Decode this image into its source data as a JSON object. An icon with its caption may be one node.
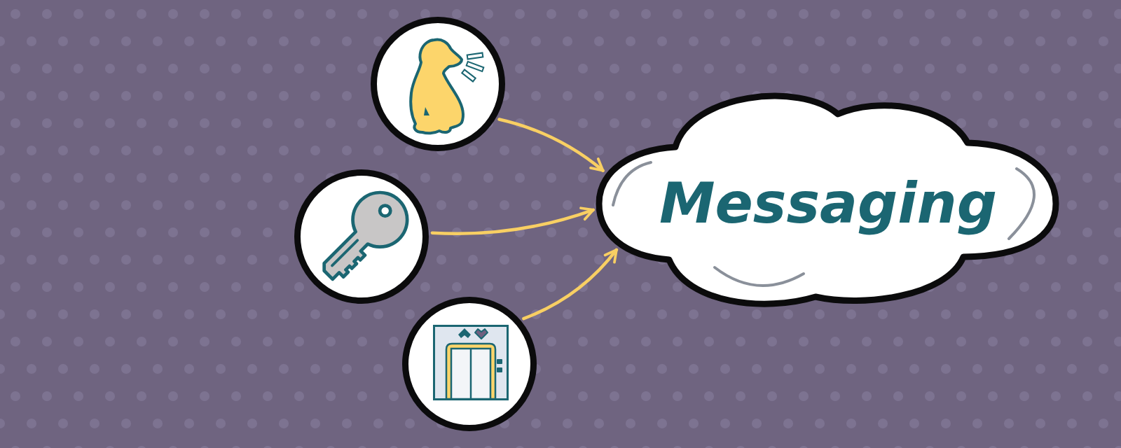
{
  "diagram": {
    "nodes": [
      {
        "text": [],
        "shape": "picture"
      },
      {
        "text": [],
        "shape": "picture"
      },
      {
        "text": [],
        "shape": "picture"
      },
      {
        "text": [
          "Messaging"
        ]
      }
    ],
    "edges": [
      {
        "from": 0,
        "to": 3,
        "arrow": "to"
      },
      {
        "from": 1,
        "to": 3,
        "arrow": "to"
      },
      {
        "from": 2,
        "to": 3,
        "arrow": "to"
      }
    ]
  }
}
